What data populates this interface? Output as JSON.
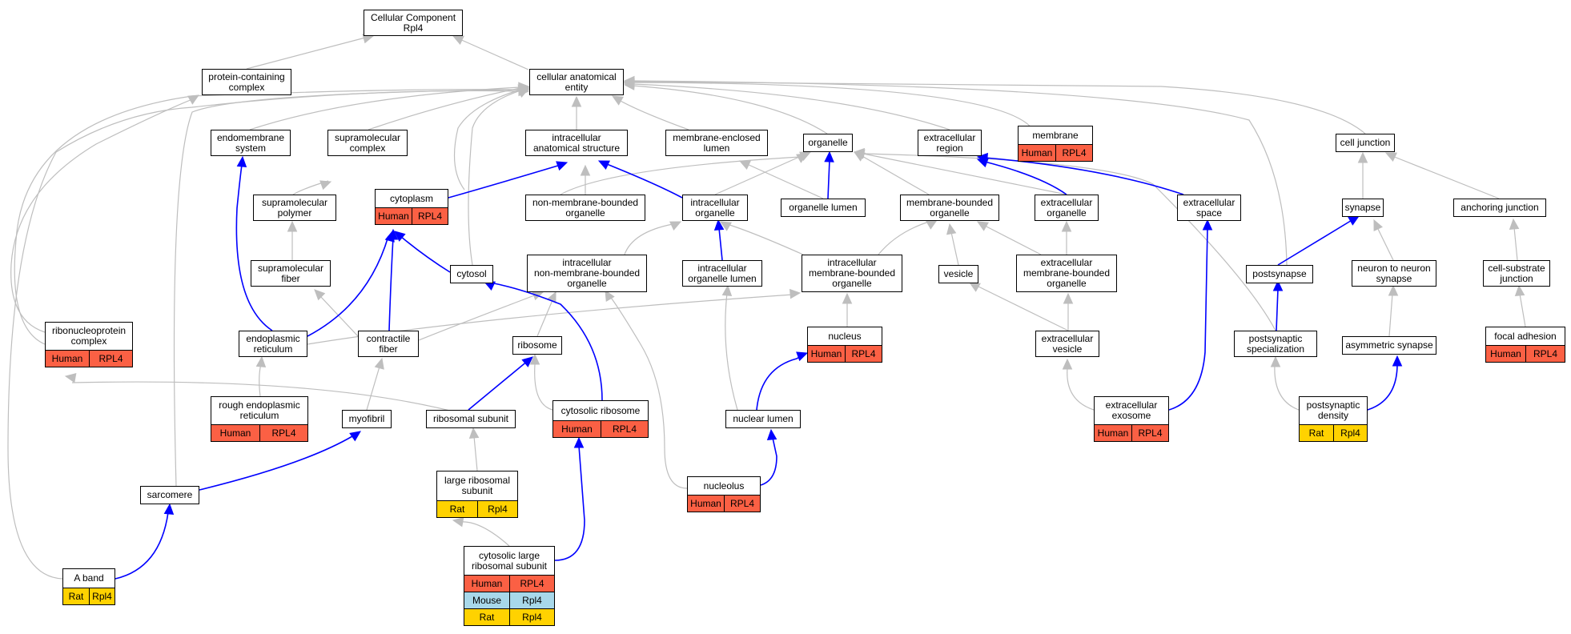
{
  "colors": {
    "edge_gray": "#bebebe",
    "edge_blue": "#0000ff",
    "human": "#fb6044",
    "mouse": "#a8d8ea",
    "rat": "#ffd200"
  },
  "nodes": {
    "cc_root": {
      "label": "Cellular Component\nRpl4"
    },
    "protein_containing_complex": {
      "label": "protein-containing\ncomplex"
    },
    "cellular_anatomical_entity": {
      "label": "cellular anatomical\nentity"
    },
    "endomembrane_system": {
      "label": "endomembrane\nsystem"
    },
    "supramolecular_complex": {
      "label": "supramolecular\ncomplex"
    },
    "intracellular_anatomical_structure": {
      "label": "intracellular\nanatomical structure"
    },
    "membrane_enclosed_lumen": {
      "label": "membrane-enclosed\nlumen"
    },
    "organelle": {
      "label": "organelle"
    },
    "extracellular_region": {
      "label": "extracellular\nregion"
    },
    "membrane": {
      "label": "membrane",
      "species": [
        "Human",
        "RPL4"
      ]
    },
    "cell_junction": {
      "label": "cell junction"
    },
    "supramolecular_polymer": {
      "label": "supramolecular\npolymer"
    },
    "cytoplasm": {
      "label": "cytoplasm",
      "species": [
        "Human",
        "RPL4"
      ]
    },
    "non_membrane_bounded_organelle": {
      "label": "non-membrane-bounded\norganelle"
    },
    "intracellular_organelle": {
      "label": "intracellular\norganelle"
    },
    "organelle_lumen": {
      "label": "organelle lumen"
    },
    "membrane_bounded_organelle": {
      "label": "membrane-bounded\norganelle"
    },
    "extracellular_organelle": {
      "label": "extracellular\norganelle"
    },
    "extracellular_space": {
      "label": "extracellular\nspace"
    },
    "synapse": {
      "label": "synapse"
    },
    "anchoring_junction": {
      "label": "anchoring junction"
    },
    "supramolecular_fiber": {
      "label": "supramolecular\nfiber"
    },
    "cytosol": {
      "label": "cytosol"
    },
    "intracellular_nmb_organelle": {
      "label": "intracellular\nnon-membrane-bounded\norganelle"
    },
    "intracellular_organelle_lumen": {
      "label": "intracellular\norganelle lumen"
    },
    "intracellular_mb_organelle": {
      "label": "intracellular\nmembrane-bounded\norganelle"
    },
    "vesicle": {
      "label": "vesicle"
    },
    "extracellular_mb_organelle": {
      "label": "extracellular\nmembrane-bounded\norganelle"
    },
    "postsynapse": {
      "label": "postsynapse"
    },
    "neuron_to_neuron_synapse": {
      "label": "neuron to neuron\nsynapse"
    },
    "cell_substrate_junction": {
      "label": "cell-substrate\njunction"
    },
    "ribonucleoprotein_complex": {
      "label": "ribonucleoprotein\ncomplex",
      "species": [
        "Human",
        "RPL4"
      ]
    },
    "endoplasmic_reticulum": {
      "label": "endoplasmic\nreticulum"
    },
    "contractile_fiber": {
      "label": "contractile\nfiber"
    },
    "ribosome": {
      "label": "ribosome"
    },
    "nucleus": {
      "label": "nucleus",
      "species": [
        "Human",
        "RPL4"
      ]
    },
    "extracellular_vesicle": {
      "label": "extracellular\nvesicle"
    },
    "postsynaptic_specialization": {
      "label": "postsynaptic\nspecialization"
    },
    "asymmetric_synapse": {
      "label": "asymmetric synapse"
    },
    "focal_adhesion": {
      "label": "focal adhesion",
      "species": [
        "Human",
        "RPL4"
      ]
    },
    "rough_er": {
      "label": "rough endoplasmic\nreticulum",
      "species": [
        "Human",
        "RPL4"
      ]
    },
    "myofibril": {
      "label": "myofibril"
    },
    "ribosomal_subunit": {
      "label": "ribosomal subunit"
    },
    "cytosolic_ribosome": {
      "label": "cytosolic ribosome",
      "species": [
        "Human",
        "RPL4"
      ]
    },
    "nuclear_lumen": {
      "label": "nuclear lumen"
    },
    "extracellular_exosome": {
      "label": "extracellular\nexosome",
      "species": [
        "Human",
        "RPL4"
      ]
    },
    "postsynaptic_density": {
      "label": "postsynaptic\ndensity",
      "species": [
        "Rat",
        "Rpl4"
      ]
    },
    "large_ribosomal_subunit": {
      "label": "large ribosomal\nsubunit",
      "species": [
        "Rat",
        "Rpl4"
      ]
    },
    "sarcomere": {
      "label": "sarcomere"
    },
    "nucleolus": {
      "label": "nucleolus",
      "species": [
        "Human",
        "RPL4"
      ]
    },
    "a_band": {
      "label": "A band",
      "species": [
        "Rat",
        "Rpl4"
      ]
    },
    "cytosolic_large_ribosomal_subunit": {
      "label": "cytosolic large\nribosomal subunit",
      "species": [
        "Human",
        "RPL4",
        "Mouse",
        "Rpl4",
        "Rat",
        "Rpl4"
      ]
    }
  }
}
